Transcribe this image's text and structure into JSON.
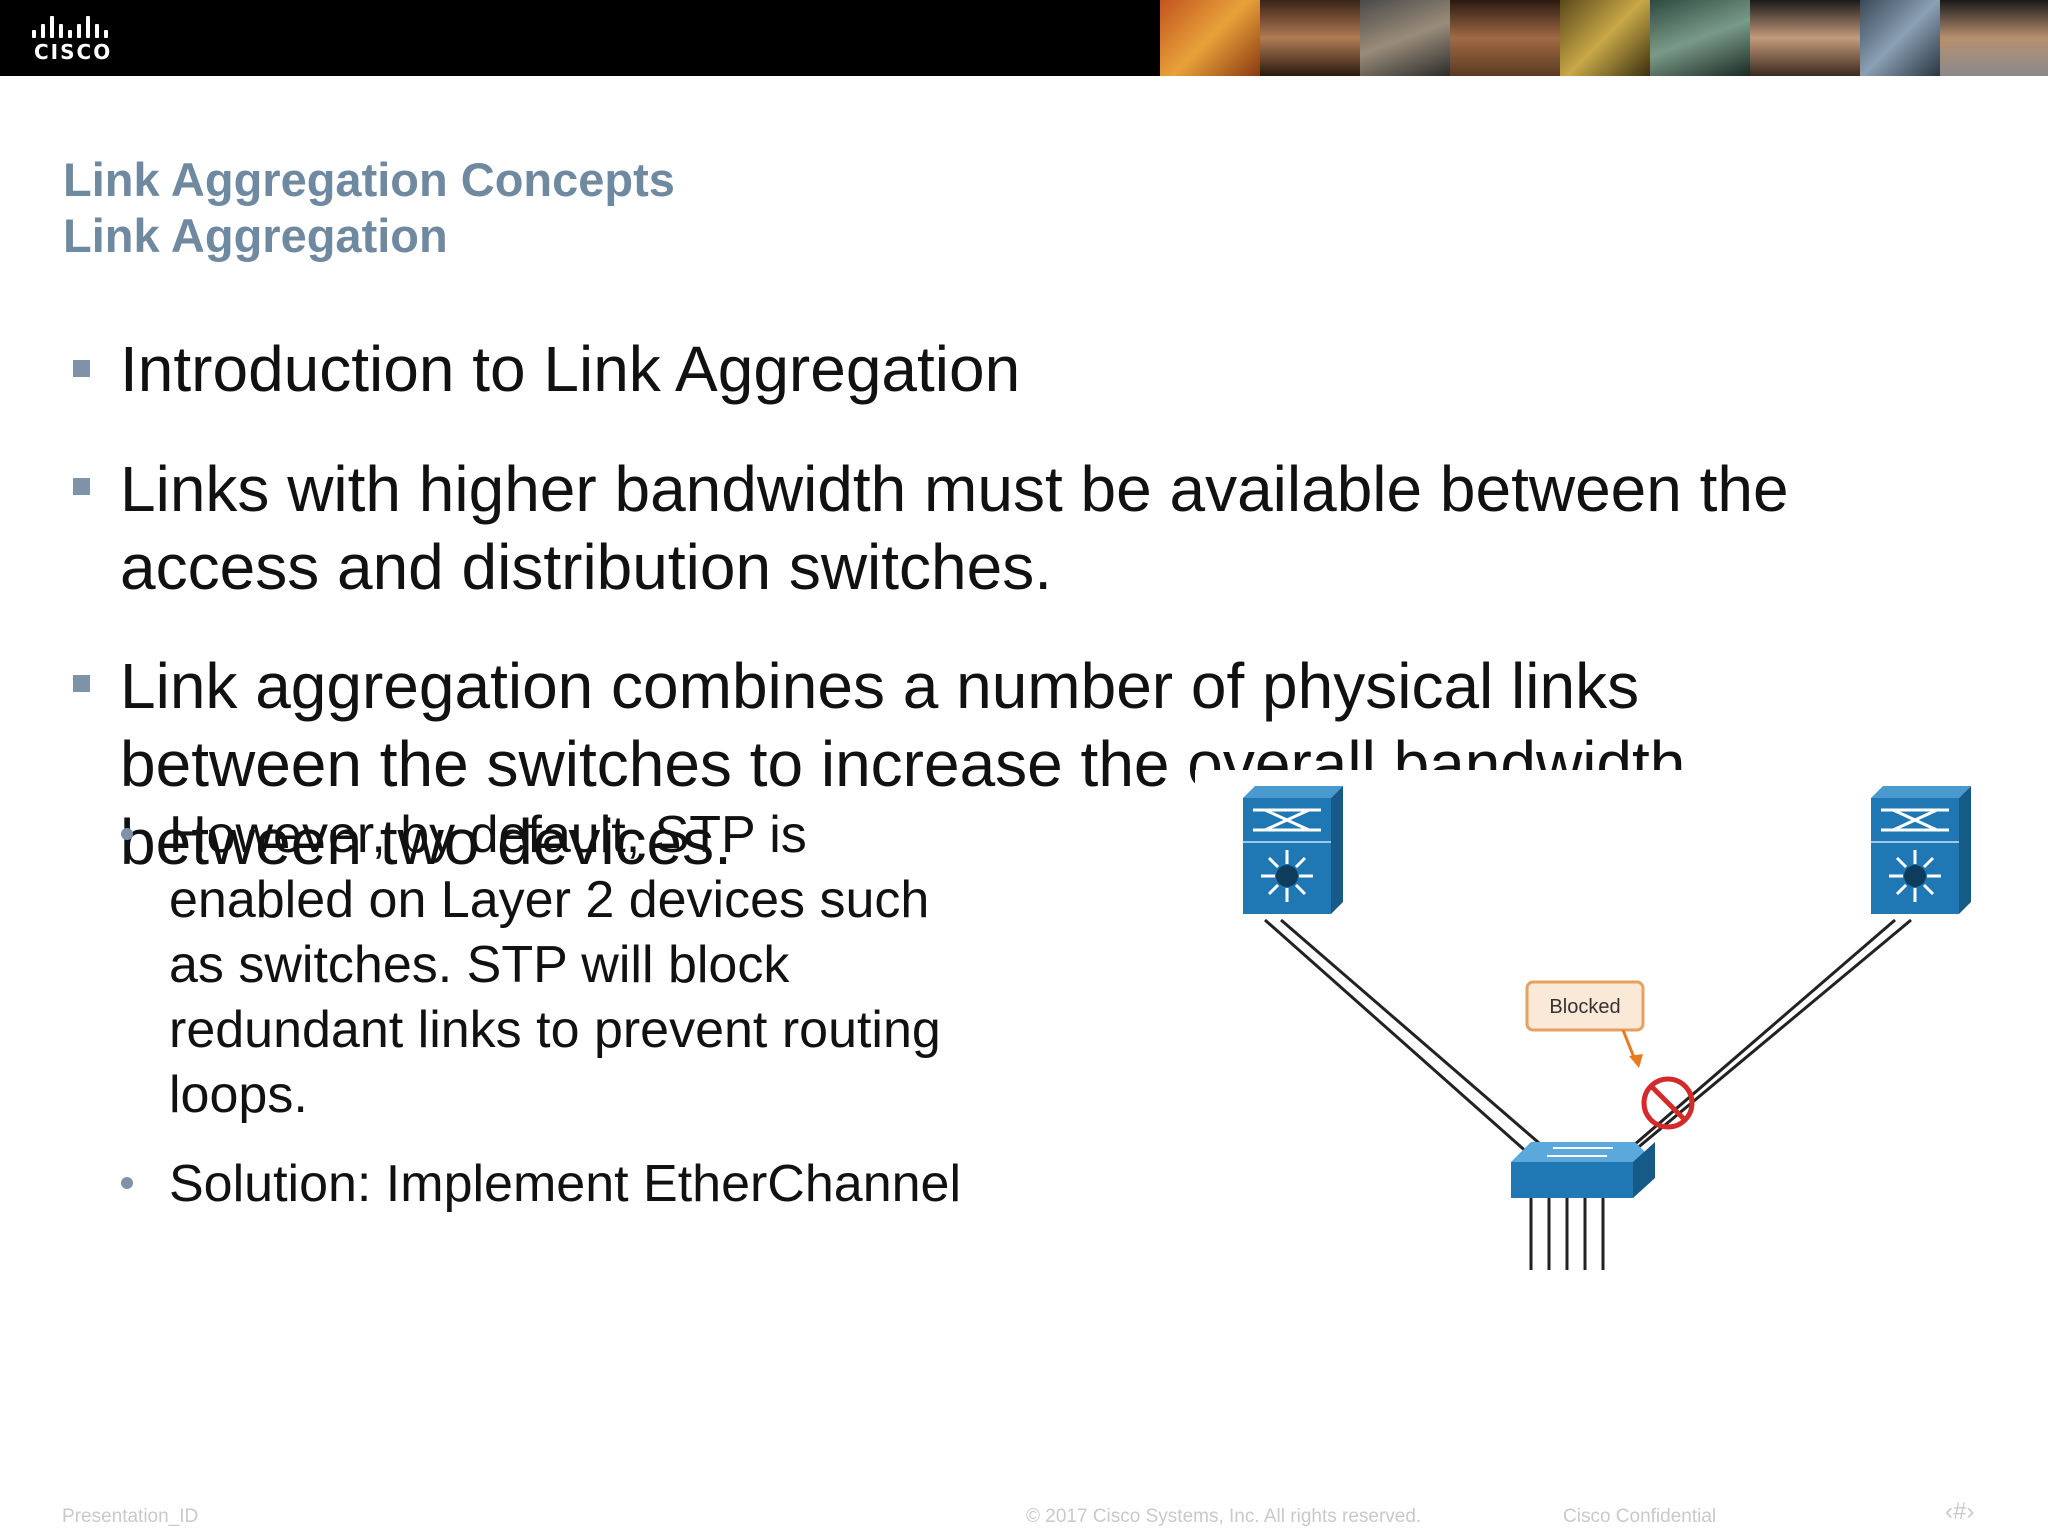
{
  "logo": {
    "text": "CISCO"
  },
  "title": {
    "line1": "Link Aggregation Concepts",
    "line2": "Link Aggregation"
  },
  "bullets": [
    {
      "text": "Introduction to Link Aggregation"
    },
    {
      "lines": [
        "Links with higher bandwidth must be available between the",
        "access and distribution switches."
      ]
    },
    {
      "lines": [
        "Link aggregation combines a number of physical links",
        "between the switches to increase the overall bandwidth",
        "between two devices."
      ]
    }
  ],
  "sub_bullets": [
    {
      "lines": [
        "However, by default, STP is",
        "enabled on Layer 2 devices such",
        "as switches. STP will block",
        "redundant links to prevent routing",
        "loops."
      ]
    },
    {
      "text": "Solution: Implement EtherChannel"
    }
  ],
  "diagram": {
    "callout": "Blocked"
  },
  "footer": {
    "left": "Presentation_ID",
    "center": "© 2017 Cisco Systems, Inc. All rights reserved.",
    "right": "Cisco Confidential",
    "page": "‹#›"
  },
  "colors": {
    "header_bg": "#000000",
    "title": "#6f8aa0",
    "bullet_marker": "#7f93a8",
    "switch_blue": "#1f6fa3",
    "blocked_red": "#d42a2a",
    "callout_border": "#e7a060"
  }
}
